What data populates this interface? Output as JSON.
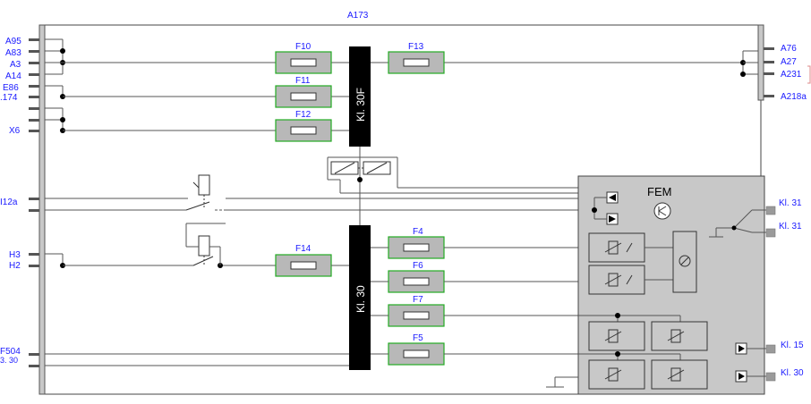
{
  "title": "A173",
  "left_pins": [
    "A95",
    "A83",
    "A3",
    "A14",
    "E86",
    ".174",
    "X6",
    "I12a",
    "H3",
    "H2",
    "F504",
    "3. 30"
  ],
  "right_pins": [
    "A76",
    "A27",
    "A231",
    "A218a",
    "Kl. 31",
    "Kl. 31",
    "Kl. 15",
    "Kl. 30"
  ],
  "fuses_top": [
    "F10",
    "F11",
    "F12",
    "F13"
  ],
  "fuses_bottom": [
    "F14",
    "F4",
    "F6",
    "F7",
    "F5"
  ],
  "bus_top_label": "Kl. 30F",
  "bus_bottom_label": "Kl. 30",
  "fem_label": "FEM",
  "colors": {
    "label": "#1a1aff",
    "fuse_border": "#22aa22",
    "fem_fill": "#c8c8c8",
    "bus": "#000000"
  }
}
